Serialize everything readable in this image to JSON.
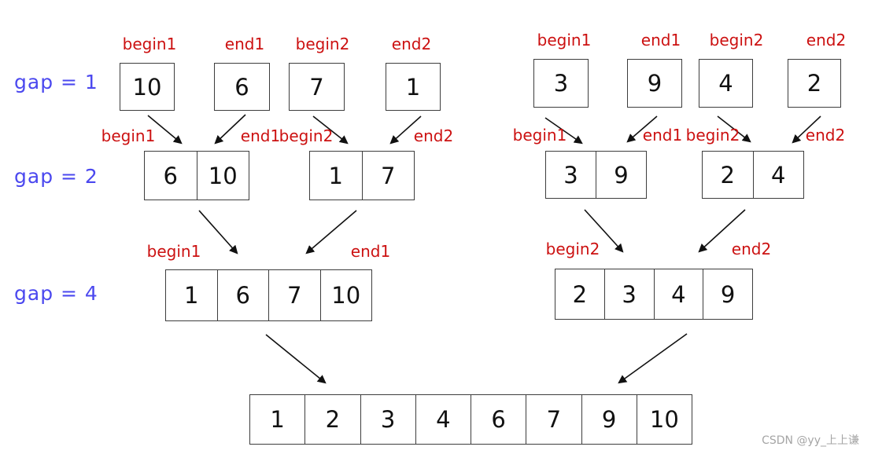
{
  "diagram": {
    "gap_labels": [
      "gap = 1",
      "gap = 2",
      "gap = 4"
    ],
    "pointer_labels": {
      "begin1": "begin1",
      "end1": "end1",
      "begin2": "begin2",
      "end2": "end2"
    },
    "arrays": {
      "gap1_left": [
        "10",
        "6",
        "7",
        "1"
      ],
      "gap1_right": [
        "3",
        "9",
        "4",
        "2"
      ],
      "gap2_left_pair1": [
        "6",
        "10"
      ],
      "gap2_left_pair2": [
        "1",
        "7"
      ],
      "gap2_right_pair1": [
        "3",
        "9"
      ],
      "gap2_right_pair2": [
        "2",
        "4"
      ],
      "gap4_left": [
        "1",
        "6",
        "7",
        "10"
      ],
      "gap4_right": [
        "2",
        "3",
        "4",
        "9"
      ],
      "final_merged": [
        "1",
        "2",
        "3",
        "4",
        "6",
        "7",
        "9",
        "10"
      ]
    }
  },
  "watermark": "CSDN @yy_上上谦",
  "colors": {
    "pointer_label": "#cc1111",
    "gap_label": "#4b48ef",
    "box_border": "#3d3d3d",
    "number": "#111111",
    "arrow": "#111111",
    "watermark": "#a5a5a5",
    "background": "#ffffff"
  }
}
